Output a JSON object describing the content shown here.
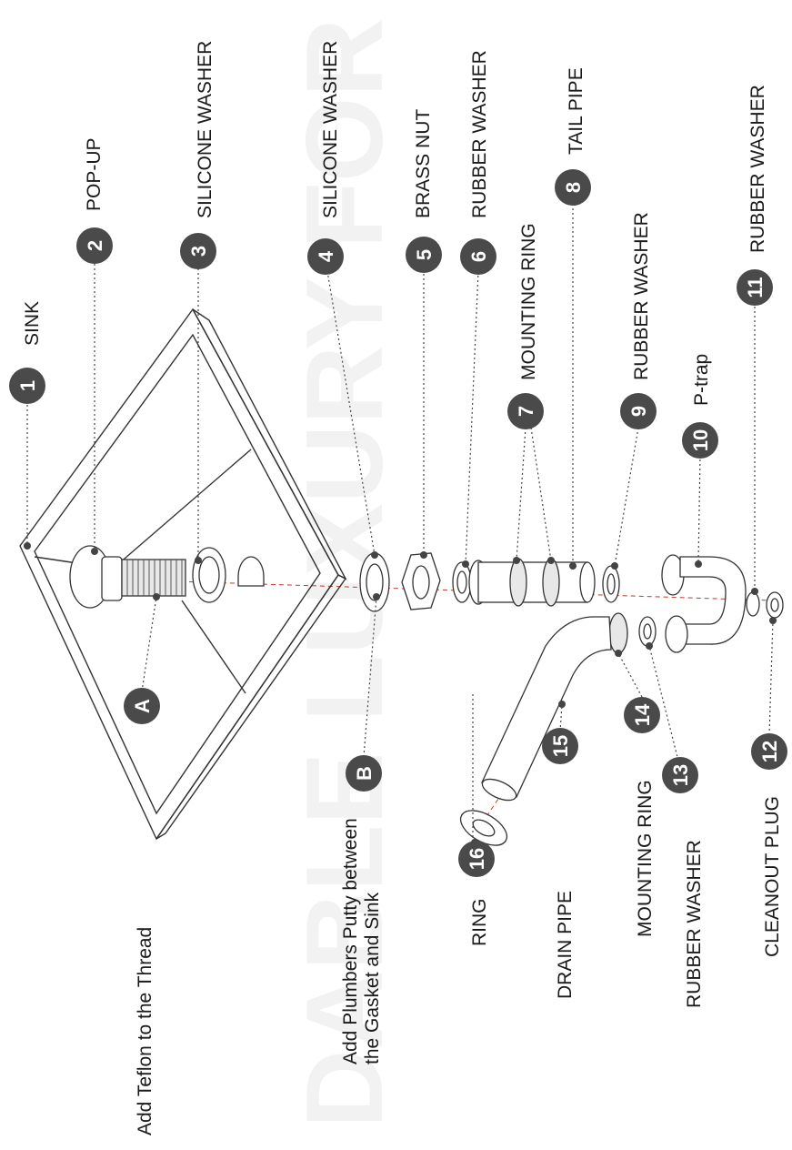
{
  "watermark": "DABLE LUXURY FOR YOUR BATH",
  "markers": [
    {
      "id": "1",
      "label": "SINK"
    },
    {
      "id": "2",
      "label": "POP-UP"
    },
    {
      "id": "3",
      "label": "SILICONE WASHER"
    },
    {
      "id": "4",
      "label": "SILICONE WASHER"
    },
    {
      "id": "5",
      "label": "BRASS NUT"
    },
    {
      "id": "6",
      "label": "RUBBER WASHER"
    },
    {
      "id": "7",
      "label": "MOUNTING RING"
    },
    {
      "id": "8",
      "label": "TAIL PIPE"
    },
    {
      "id": "9",
      "label": "RUBBER WASHER"
    },
    {
      "id": "10",
      "label": "P-trap"
    },
    {
      "id": "11",
      "label": "RUBBER WASHER"
    },
    {
      "id": "12",
      "label": "CLEANOUT PLUG"
    },
    {
      "id": "13",
      "label": "RUBBER WASHER"
    },
    {
      "id": "14",
      "label": "MOUNTING RING"
    },
    {
      "id": "15",
      "label": "DRAIN PIPE"
    },
    {
      "id": "16",
      "label": "RING"
    },
    {
      "id": "A",
      "label": "Add Teflon to the Thread"
    },
    {
      "id": "B",
      "label_line1": "Add Plumbers Putty between",
      "label_line2": "the Gasket and Sink"
    }
  ]
}
